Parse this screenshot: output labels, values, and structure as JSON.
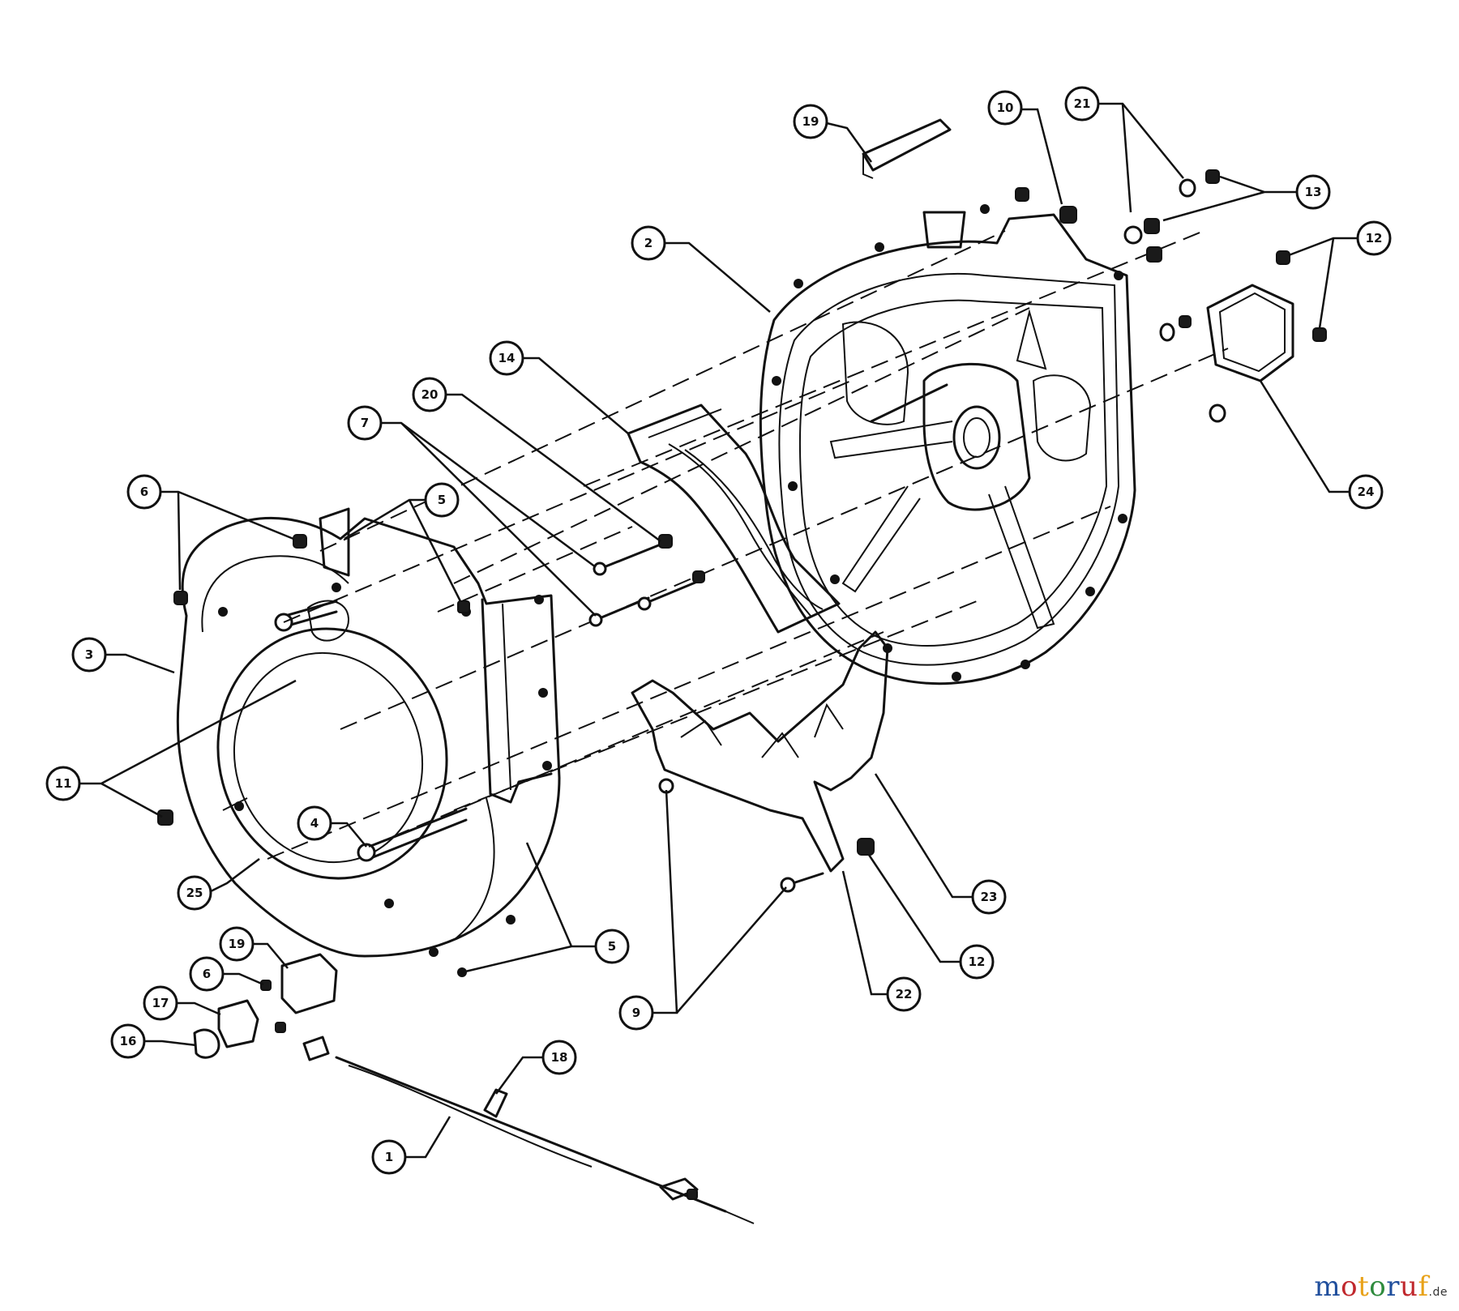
{
  "callouts": [
    {
      "id": "c-19a",
      "label": "19"
    },
    {
      "id": "c-10",
      "label": "10"
    },
    {
      "id": "c-21",
      "label": "21"
    },
    {
      "id": "c-13",
      "label": "13"
    },
    {
      "id": "c-2",
      "label": "2"
    },
    {
      "id": "c-12a",
      "label": "12"
    },
    {
      "id": "c-14",
      "label": "14"
    },
    {
      "id": "c-20",
      "label": "20"
    },
    {
      "id": "c-7",
      "label": "7"
    },
    {
      "id": "c-6a",
      "label": "6"
    },
    {
      "id": "c-5a",
      "label": "5"
    },
    {
      "id": "c-24",
      "label": "24"
    },
    {
      "id": "c-3",
      "label": "3"
    },
    {
      "id": "c-11",
      "label": "11"
    },
    {
      "id": "c-4",
      "label": "4"
    },
    {
      "id": "c-25",
      "label": "25"
    },
    {
      "id": "c-23",
      "label": "23"
    },
    {
      "id": "c-5b",
      "label": "5"
    },
    {
      "id": "c-12b",
      "label": "12"
    },
    {
      "id": "c-19b",
      "label": "19"
    },
    {
      "id": "c-6b",
      "label": "6"
    },
    {
      "id": "c-22",
      "label": "22"
    },
    {
      "id": "c-17",
      "label": "17"
    },
    {
      "id": "c-9",
      "label": "9"
    },
    {
      "id": "c-16",
      "label": "16"
    },
    {
      "id": "c-18",
      "label": "18"
    },
    {
      "id": "c-1",
      "label": "1"
    }
  ],
  "watermark": {
    "letters": [
      "m",
      "o",
      "t",
      "o",
      "r",
      "u",
      "f"
    ],
    "colors": [
      "#1f4e9c",
      "#c0282d",
      "#e8a219",
      "#2e8b3d",
      "#1f4e9c",
      "#c0282d",
      "#e8a219"
    ],
    "suffix": ".de"
  }
}
